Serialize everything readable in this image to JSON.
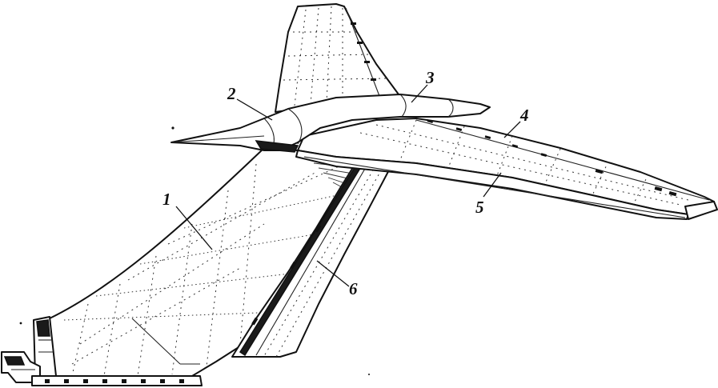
{
  "figure": {
    "callouts": [
      {
        "id": "fin",
        "label": "1"
      },
      {
        "id": "fairing",
        "label": "2"
      },
      {
        "id": "nose-pod",
        "label": "3"
      },
      {
        "id": "stabilizer",
        "label": "4"
      },
      {
        "id": "elevator",
        "label": "5"
      },
      {
        "id": "rudder",
        "label": "6"
      }
    ]
  }
}
